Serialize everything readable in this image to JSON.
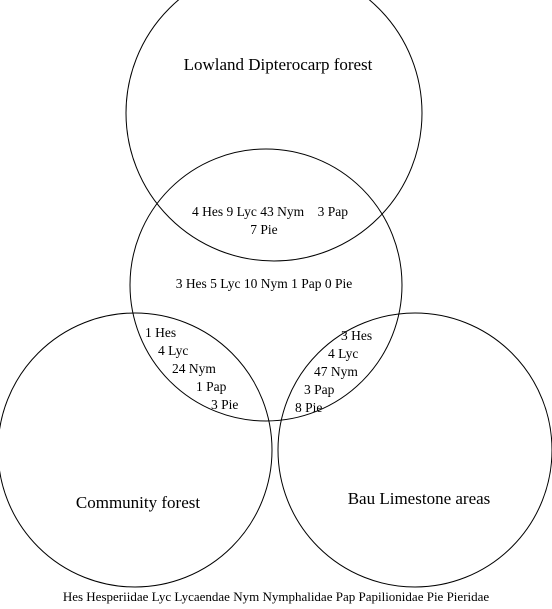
{
  "sets": {
    "lowland": "Lowland Dipterocarp forest",
    "community": "Community forest",
    "bau": "Bau Limestone areas"
  },
  "regions": {
    "lowland_center_line1": "4 Hes 9 Lyc 43 Nym    3 Pap",
    "lowland_center_line2": "7 Pie",
    "center_only": "3 Hes 5 Lyc 10 Nym 1 Pap 0 Pie",
    "community_center": [
      "1 Hes",
      "4 Lyc",
      "24 Nym",
      "1 Pap",
      "3 Pie"
    ],
    "bau_center": [
      "3 Hes",
      "4 Lyc",
      "47 Nym",
      "3 Pap",
      "8 Pie"
    ]
  },
  "legend": "Hes Hesperiidae Lyc Lycaendae Nym Nymphalidae Pap Papilionidae Pie Pieridae",
  "colors": {
    "stroke": "#000000",
    "background": "#ffffff"
  }
}
